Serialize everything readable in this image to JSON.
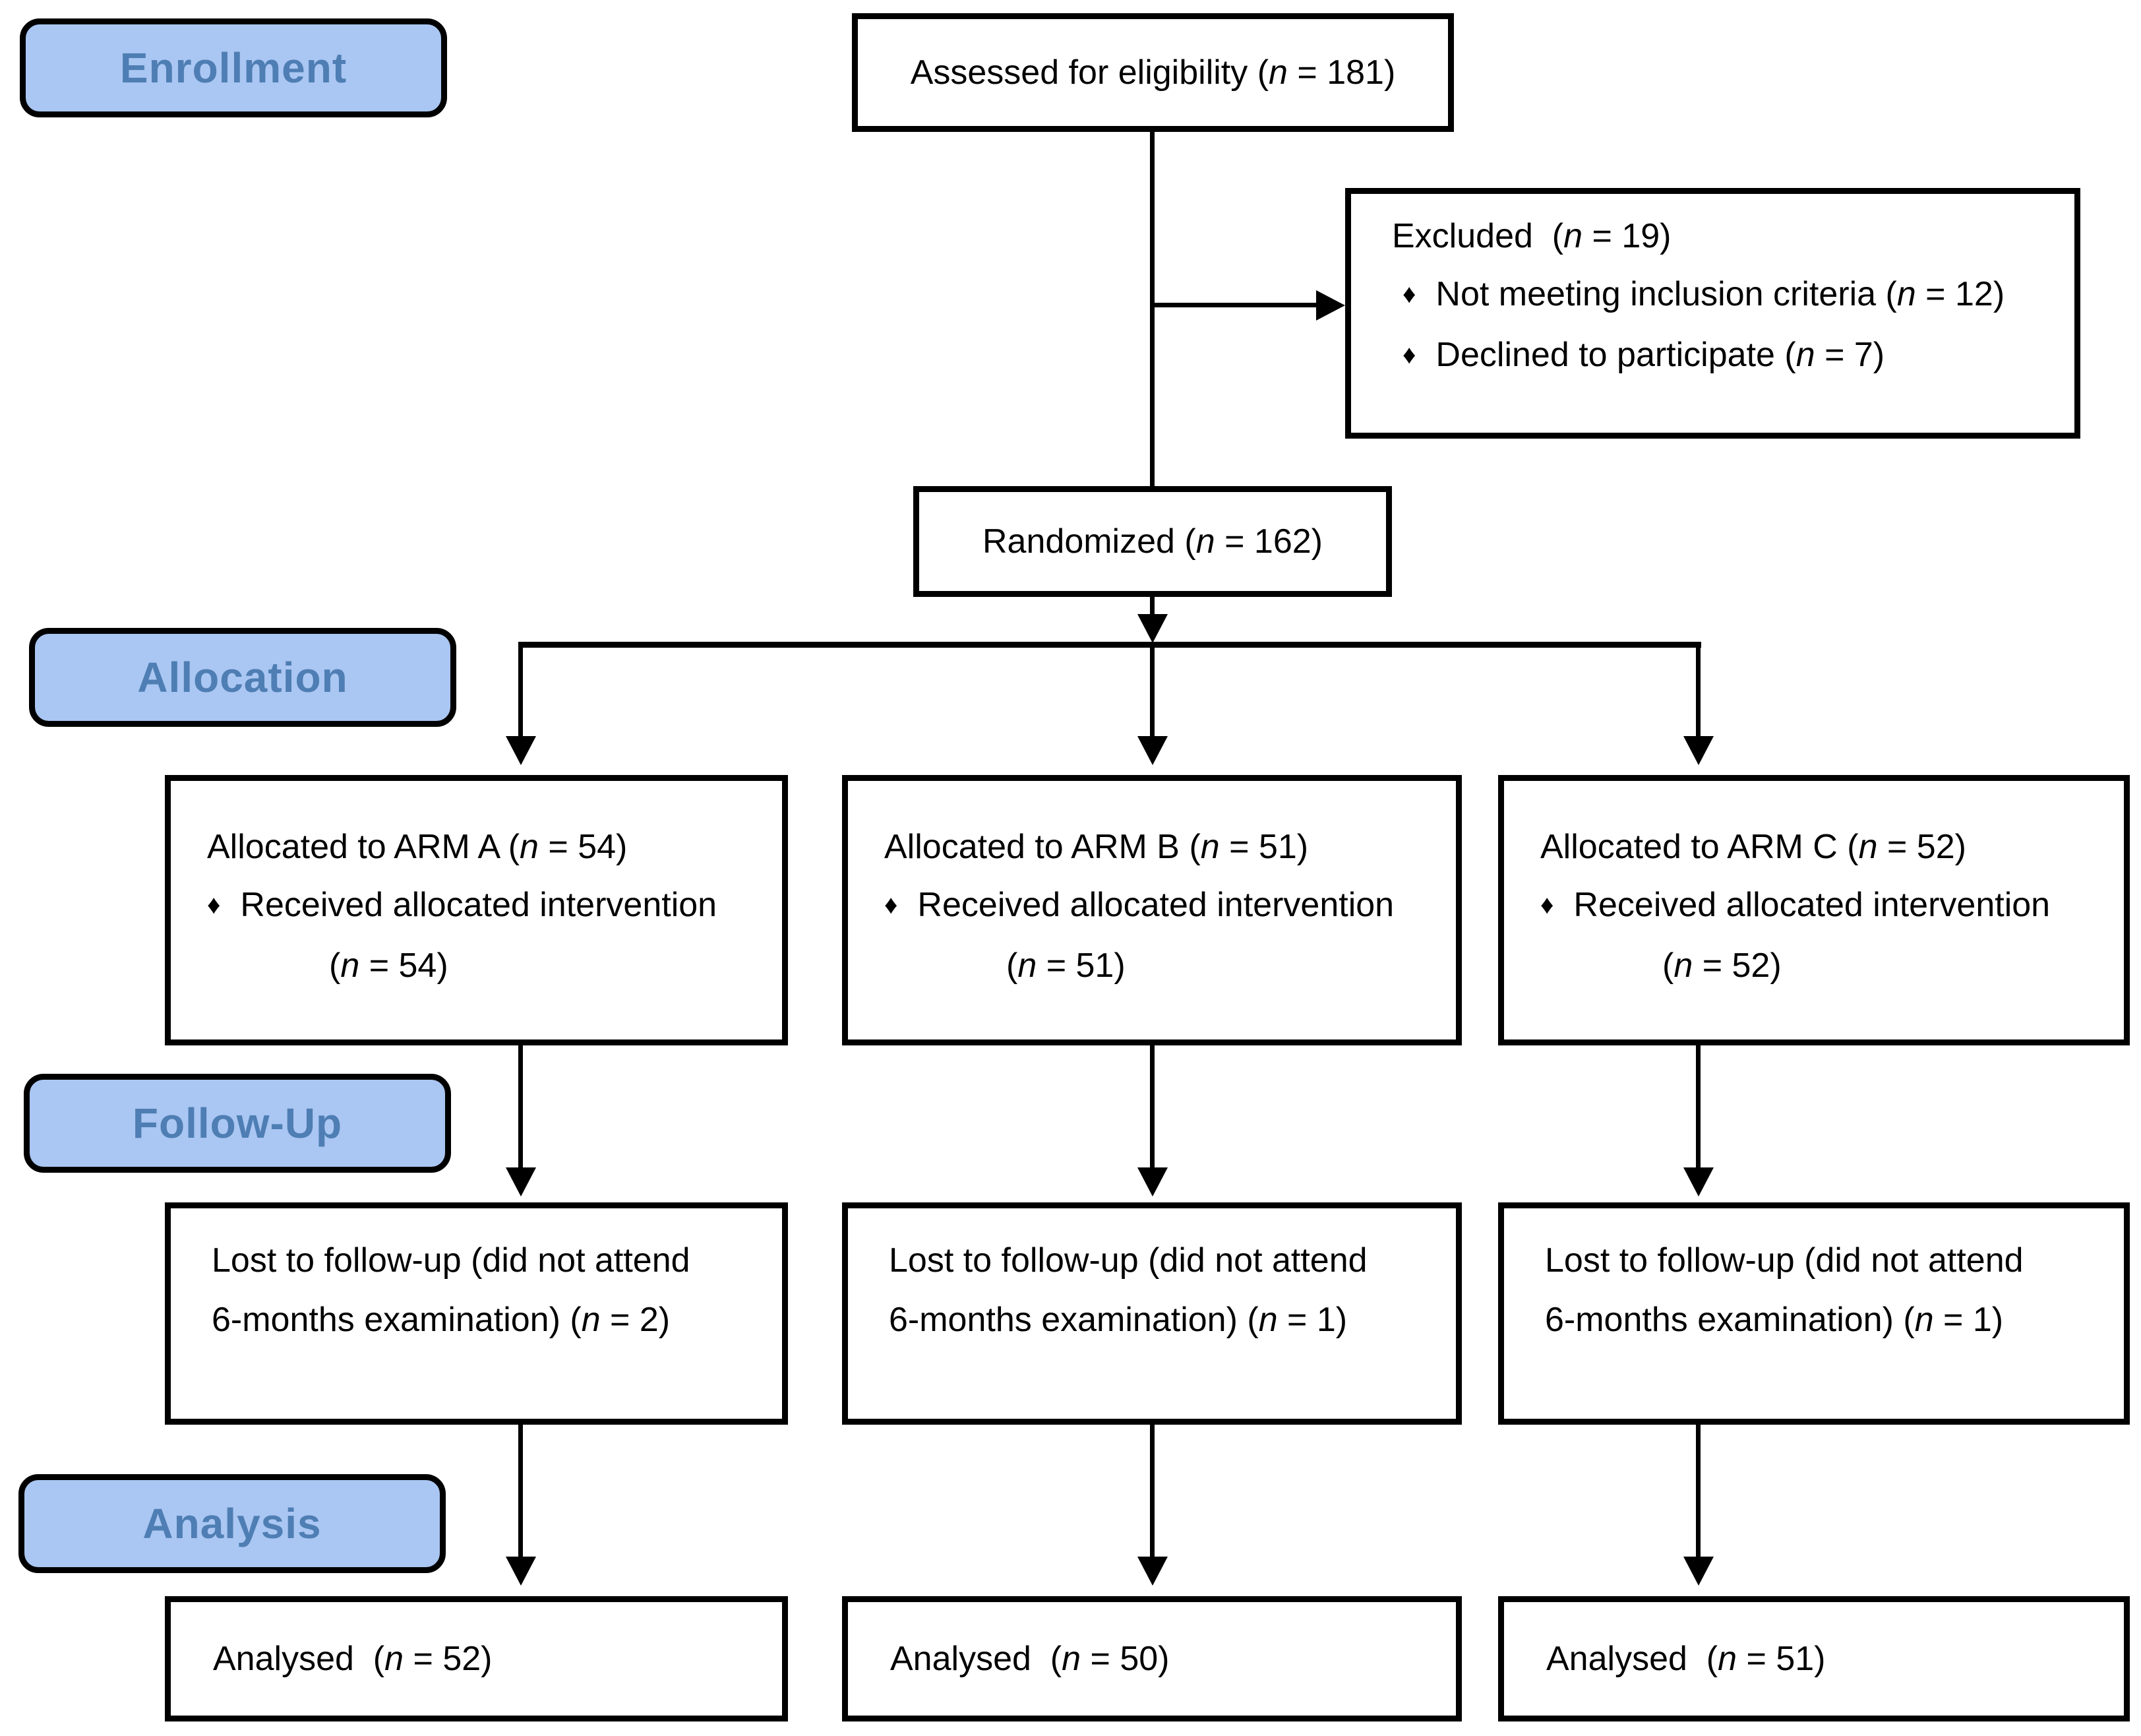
{
  "diagram": {
    "colors": {
      "background": "#ffffff",
      "line": "#000000",
      "label_fill": "#aac6f2",
      "label_text": "#4e7eb3"
    },
    "bullet_glyph": "♦",
    "stages": {
      "enrollment": "Enrollment",
      "allocation": "Allocation",
      "followup": "Follow-Up",
      "analysis": "Analysis"
    },
    "assessed": "Assessed for eligibility (*n* = 181)",
    "excluded": {
      "title": "Excluded  (*n* = 19)",
      "bullets": [
        "Not meeting inclusion criteria (*n* = 12)",
        "Declined to participate (*n* = 7)"
      ]
    },
    "randomized": "Randomized (*n* = 162)",
    "arms": [
      {
        "allocated": "Allocated to ARM A (*n* = 54)",
        "received": "Received allocated intervention",
        "received_n": "(*n* = 54)",
        "lost": "Lost to follow-up (did not attend\n6-months examination) (*n* = 2)",
        "analysed": "Analysed  (*n* = 52)"
      },
      {
        "allocated": "Allocated to ARM B (*n* = 51)",
        "received": "Received allocated intervention",
        "received_n": "(*n* = 51)",
        "lost": "Lost to follow-up (did not attend\n6-months examination) (*n* = 1)",
        "analysed": "Analysed  (*n* = 50)"
      },
      {
        "allocated": "Allocated to ARM C (*n* = 52)",
        "received": "Received allocated intervention",
        "received_n": "(*n* = 52)",
        "lost": "Lost to follow-up (did not attend\n6-months examination) (*n* = 1)",
        "analysed": "Analysed  (*n* = 51)"
      }
    ]
  }
}
